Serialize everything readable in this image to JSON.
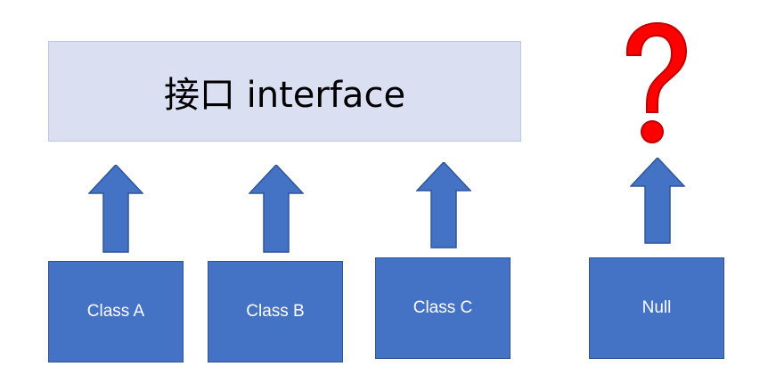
{
  "interface_label": "接口 interface",
  "classes": [
    {
      "label": "Class A"
    },
    {
      "label": "Class B"
    },
    {
      "label": "Class C"
    },
    {
      "label": "Null"
    }
  ],
  "question_mark": "?",
  "colors": {
    "interface_fill": "#dae0f2",
    "class_fill": "#4472c4",
    "arrow_fill": "#4472c4",
    "question_color": "#ff0000"
  }
}
